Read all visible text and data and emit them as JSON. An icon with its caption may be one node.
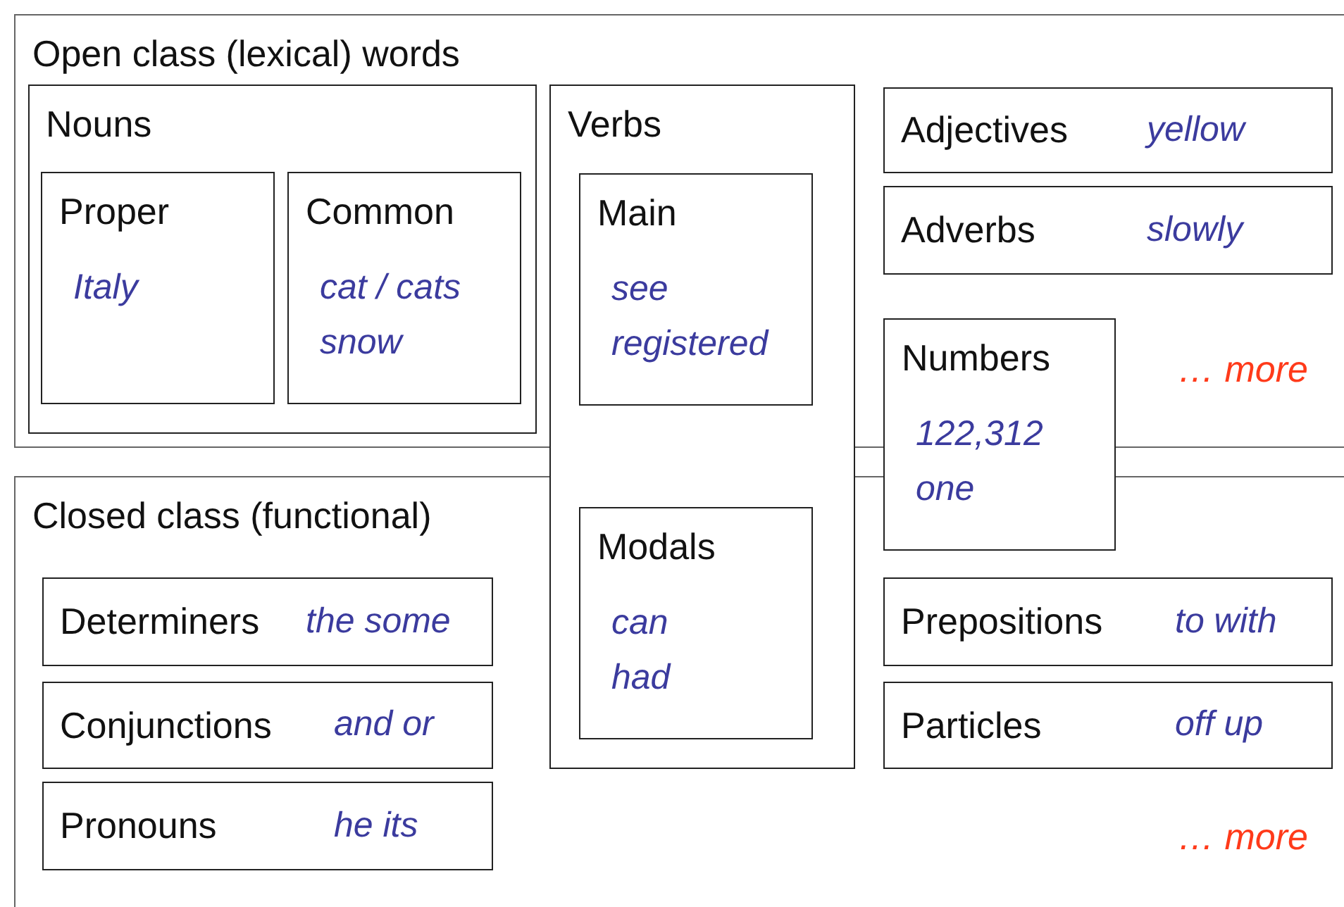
{
  "diagram": {
    "nodes": [
      {
        "text": [
          "Open class (lexical) words"
        ]
      },
      {
        "text": [
          "Nouns"
        ],
        "in": 0
      },
      {
        "text": [
          "Proper",
          "Italy"
        ],
        "in": 1
      },
      {
        "text": [
          "Common",
          "cat / cats",
          "snow"
        ],
        "in": 1
      },
      {
        "text": [
          "Verbs"
        ]
      },
      {
        "text": [
          "Main",
          "see",
          "registered"
        ]
      },
      {
        "text": [
          "Modals",
          "can",
          "had"
        ]
      },
      {
        "text": [
          "Adjectives",
          "yellow"
        ],
        "in": 0
      },
      {
        "text": [
          "Adverbs",
          "slowly"
        ],
        "in": 0
      },
      {
        "text": [
          "Numbers",
          "122,312",
          "one"
        ]
      },
      {
        "text": [
          "Closed class (functional)"
        ]
      },
      {
        "text": [
          "Determiners",
          "the some"
        ],
        "in": 10
      },
      {
        "text": [
          "Conjunctions",
          "and or"
        ],
        "in": 10
      },
      {
        "text": [
          "Pronouns",
          "he its"
        ],
        "in": 10
      },
      {
        "text": [
          "Prepositions",
          "to with"
        ],
        "in": 10
      },
      {
        "text": [
          "Particles",
          "off up"
        ],
        "in": 10
      }
    ],
    "labels": [
      "… more",
      "… more"
    ]
  }
}
